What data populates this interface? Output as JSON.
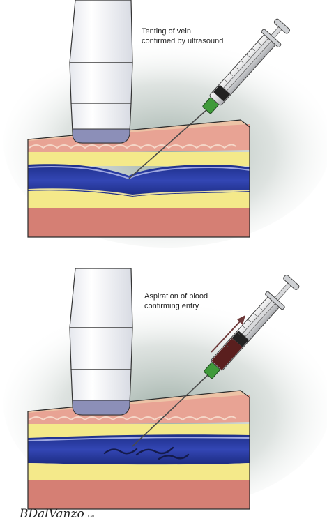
{
  "panels": [
    {
      "caption_lines": [
        "Tenting of vein",
        "confirmed by ultrasound"
      ]
    },
    {
      "caption_lines": [
        "Aspiration of blood",
        "confirming entry"
      ]
    }
  ],
  "signature": {
    "name": "BDalVanzo",
    "suffix": "CMI"
  },
  "colors": {
    "skin_top": "#edc3a6",
    "dermis": "#e8a394",
    "fat": "#f4e98a",
    "vein": "#2c3fa4",
    "muscle": "#d57f74",
    "probe": "#ffffff",
    "probe_tip": "#8c8fb8",
    "syringe_hub": "#3f9a3a",
    "blood": "#5a1f1e",
    "arrow": "#6e3a3a"
  }
}
